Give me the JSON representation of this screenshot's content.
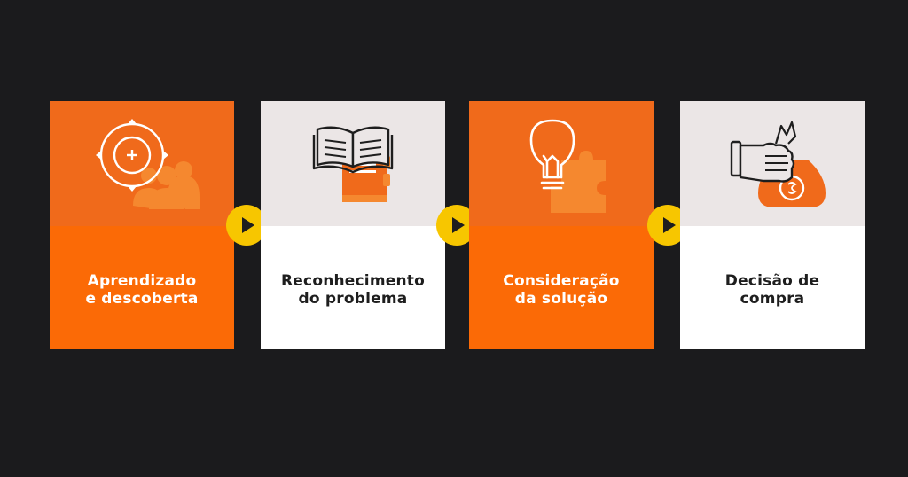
{
  "steps": [
    {
      "line1": "Aprendizado",
      "line2": "e descoberta",
      "theme": "orange",
      "icon": "target-audience-icon"
    },
    {
      "line1": "Reconhecimento",
      "line2": "do problema",
      "theme": "light",
      "icon": "books-icon"
    },
    {
      "line1": "Consideração",
      "line2": "da solução",
      "theme": "orange",
      "icon": "lightbulb-puzzle-icon"
    },
    {
      "line1": "Decisão de",
      "line2": "compra",
      "theme": "light",
      "icon": "money-bag-hand-icon"
    }
  ],
  "colors": {
    "background": "#1b1b1d",
    "orange": "#fb6a06",
    "orange_dark": "#f06a1b",
    "light_top": "#ebe6e6",
    "arrow": "#f7c600",
    "icon_stroke": "#1e1e1e"
  }
}
